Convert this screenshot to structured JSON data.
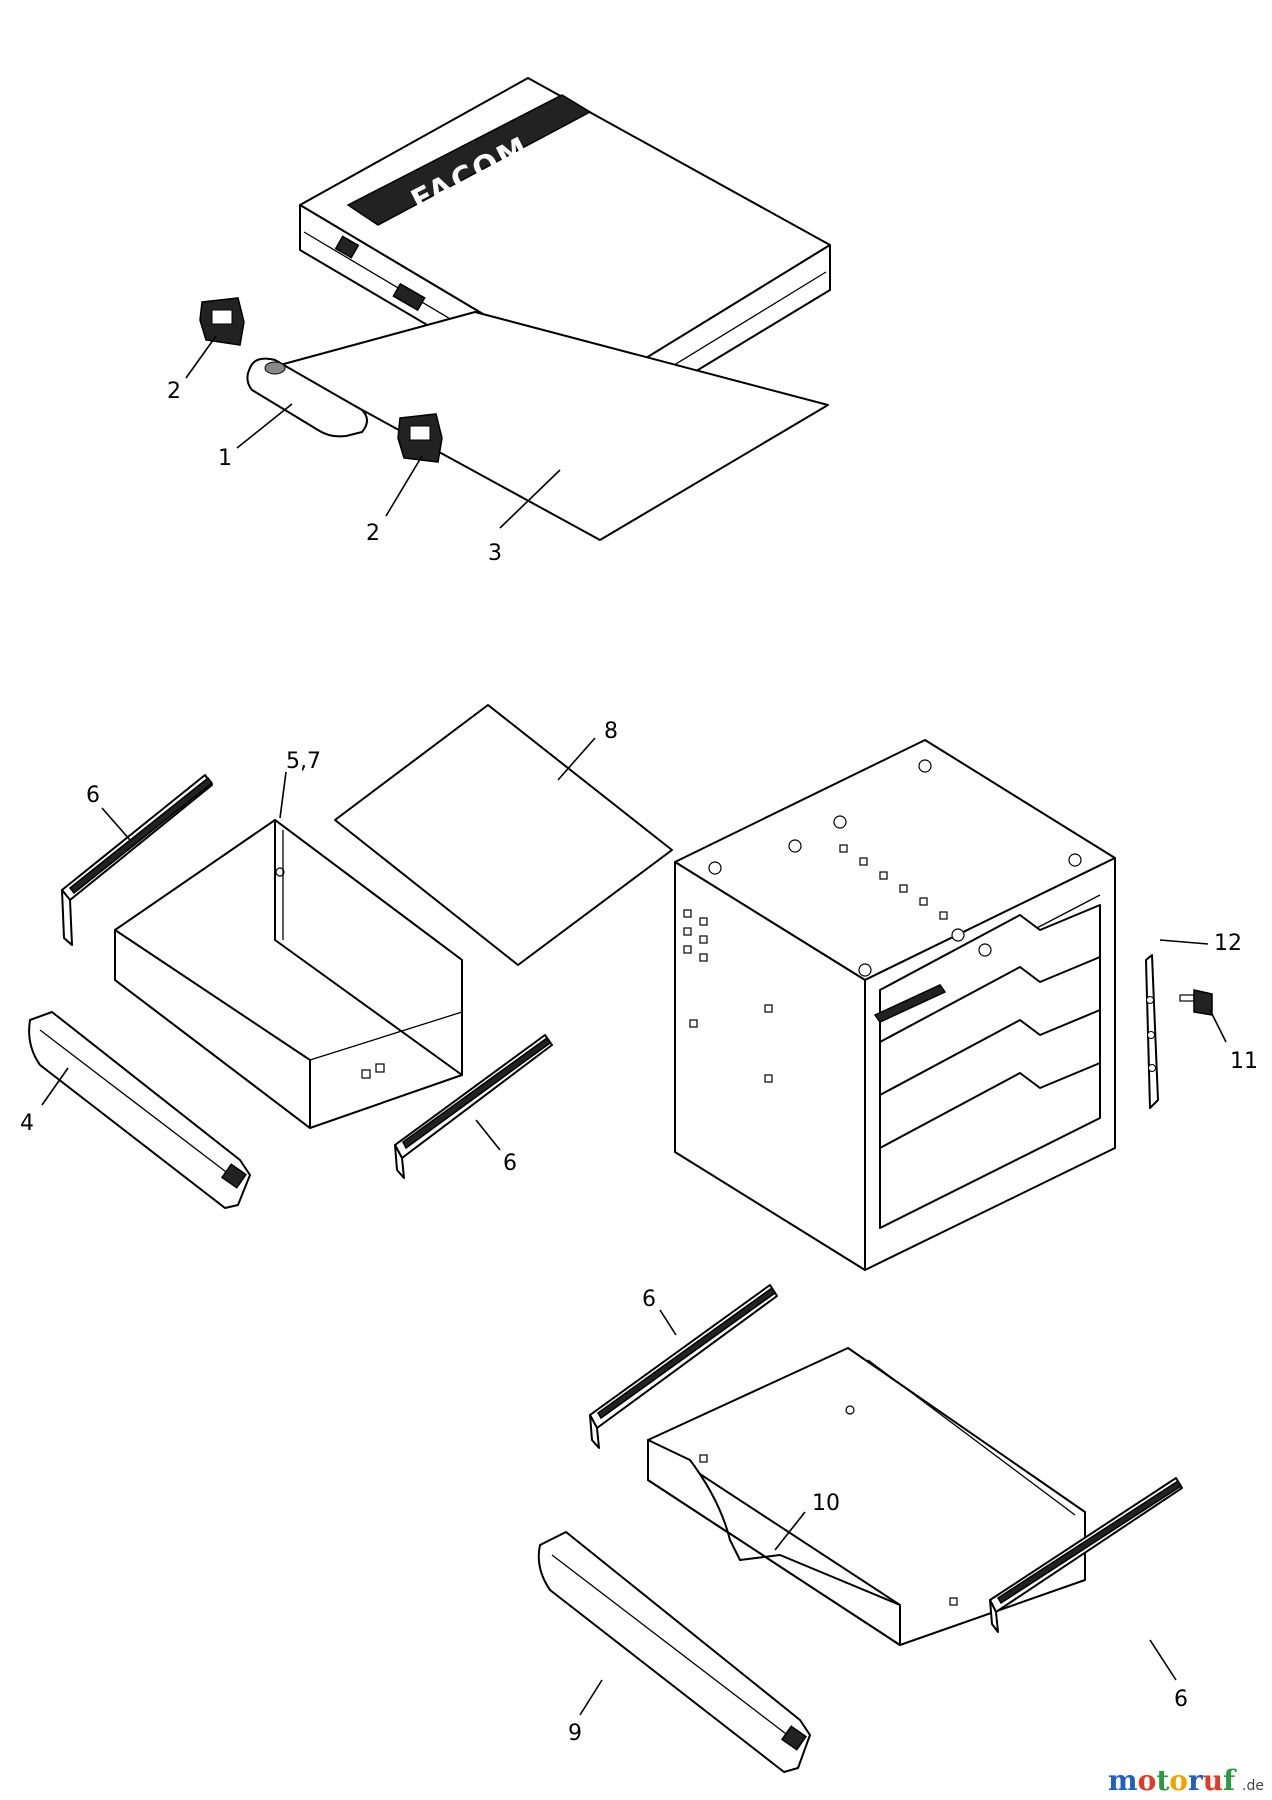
{
  "diagram": {
    "callouts": [
      "1",
      "2",
      "2",
      "3",
      "4",
      "5,7",
      "6",
      "6",
      "6",
      "6",
      "8",
      "9",
      "10",
      "11",
      "12"
    ],
    "lid_brand": "FACOM",
    "watermark": {
      "letters": [
        "m",
        "o",
        "t",
        "o",
        "r",
        "u",
        "f"
      ],
      "colors": [
        "#1f5fbf",
        "#e03a2a",
        "#2a9c3c",
        "#f0a400",
        "#1f5fbf",
        "#e03a2a",
        "#2a9c3c"
      ],
      "tld": ".de"
    }
  }
}
